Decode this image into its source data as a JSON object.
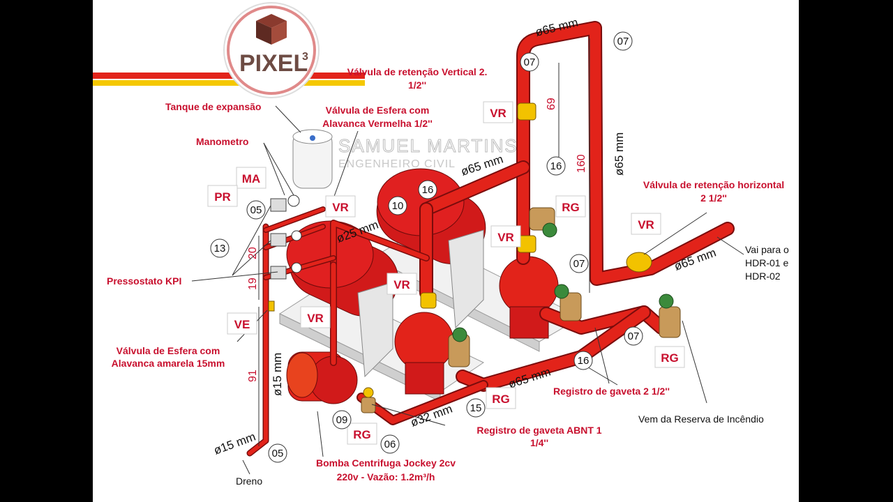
{
  "logo": {
    "text": "PIXEL",
    "sup": "3"
  },
  "watermark": {
    "name": "SAMUEL MARTINS",
    "role": "ENGENHEIRO CIVIL"
  },
  "labels": {
    "vr_vertical": [
      "Válvula de retenção Vertical 2.",
      "1/2''"
    ],
    "tanque": "Tanque de expansão",
    "esfera_vermelha": [
      "Válvula de Esfera com",
      "Alavanca Vermelha 1/2''"
    ],
    "manometro": "Manometro",
    "pressostato": "Pressostato KPI",
    "esfera_amarela": [
      "Válvula de Esfera com",
      "Alavanca amarela 15mm"
    ],
    "vr_horizontal": [
      "Válvula de retenção horizontal",
      "2 1/2''"
    ],
    "vai_para": [
      "Vai para o",
      "HDR-01 e",
      "HDR-02"
    ],
    "reserva": "Vem da Reserva de Incêndio",
    "rg_25": "Registro de gaveta 2 1/2''",
    "rg_14": [
      "Registro de gaveta ABNT 1",
      "1/4''"
    ],
    "jockey": [
      "Bomba Centrifuga Jockey 2cv",
      "220v - Vazão: 1.2m³/h"
    ],
    "dreno": "Dreno"
  },
  "tags": {
    "ma": "MA",
    "pr": "PR",
    "vr": "VR",
    "ve": "VE",
    "rg": "RG"
  },
  "dims": {
    "d65": "ø65 mm",
    "d25": "ø25 mm",
    "d15": "ø15 mm",
    "d32": "ø32 mm",
    "h69": "69",
    "h160": "160",
    "h20": "20",
    "h19": "19",
    "h91": "91"
  },
  "numbers": {
    "n05": "05",
    "n06": "06",
    "n07": "07",
    "n09": "09",
    "n10": "10",
    "n13": "13",
    "n15": "15",
    "n16": "16"
  },
  "colors": {
    "pipe": "#e2231a",
    "label": "#c8102e",
    "valve_yellow": "#f2c200",
    "valve_bronze": "#c89a5a"
  }
}
